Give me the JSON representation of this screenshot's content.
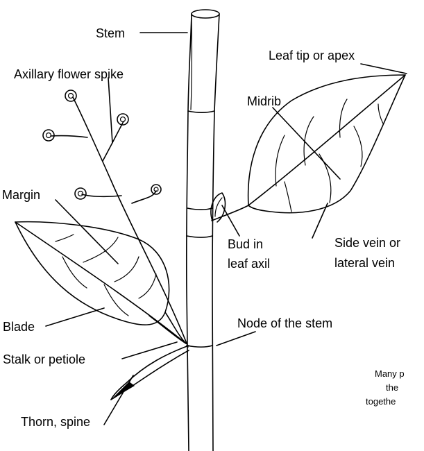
{
  "labels": {
    "stem": "Stem",
    "leaf_tip": "Leaf tip or apex",
    "axillary_flower_spike": "Axillary flower spike",
    "midrib": "Midrib",
    "margin": "Margin",
    "bud_line1": "Bud in",
    "bud_line2": "leaf axil",
    "side_vein_line1": "Side vein or",
    "side_vein_line2": "lateral vein",
    "blade": "Blade",
    "node": "Node of the stem",
    "stalk": "Stalk or petiole",
    "thorn": "Thorn, spine",
    "note_line1": "Many p",
    "note_line2": "the",
    "note_line3": "togethe"
  }
}
